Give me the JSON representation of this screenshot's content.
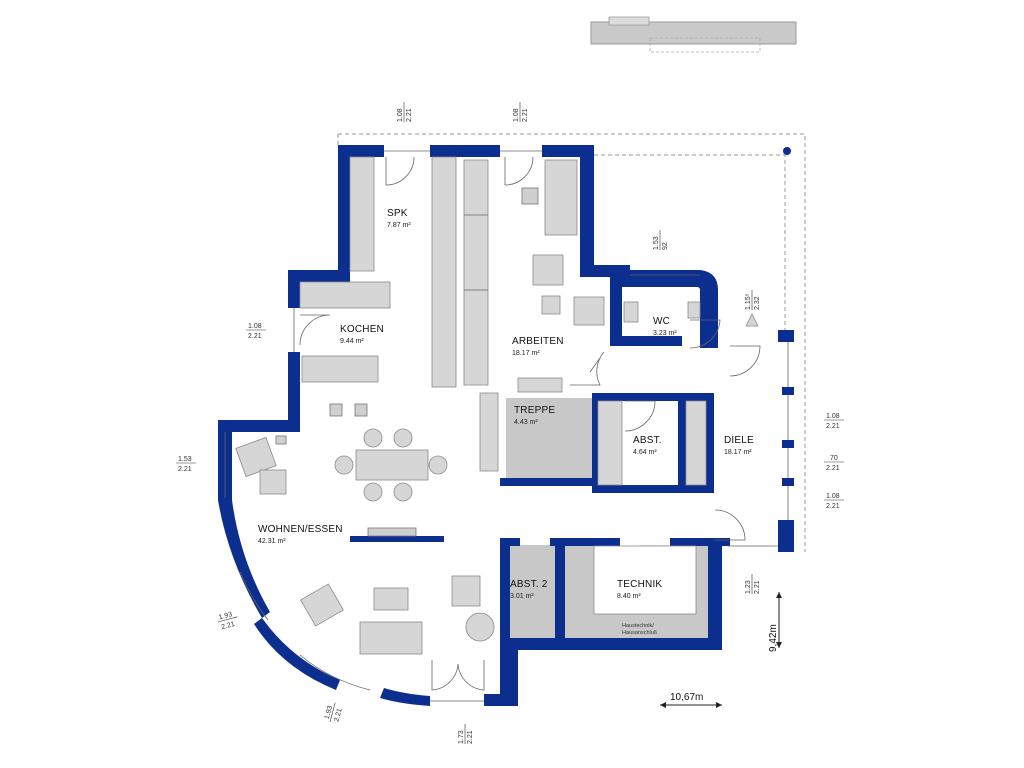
{
  "rooms": [
    {
      "name": "SPK",
      "area": "7.87 m²"
    },
    {
      "name": "KOCHEN",
      "area": "9.44 m²"
    },
    {
      "name": "ARBEITEN",
      "area": "18.17 m²"
    },
    {
      "name": "WC",
      "area": "3.23 m²"
    },
    {
      "name": "TREPPE",
      "area": "4.43 m²"
    },
    {
      "name": "ABST.",
      "area": "4.64 m²"
    },
    {
      "name": "DIELE",
      "area": "18.17 m²"
    },
    {
      "name": "WOHNEN/ESSEN",
      "area": "42.31 m²"
    },
    {
      "name": "ABST. 2",
      "area": "3.01 m²"
    },
    {
      "name": "TECHNIK",
      "area": "8.40 m²"
    }
  ],
  "technik_note": [
    "Haustechnik/",
    "Hausanschluß"
  ],
  "dimensions": {
    "top_left": [
      "1.08",
      "2.21"
    ],
    "top_mid": [
      "1.08",
      "2.21"
    ],
    "left_kochen": [
      "1.08",
      "2.21"
    ],
    "left_wohnen": [
      "1.53",
      "2.21"
    ],
    "diag_1": [
      "1.93",
      "2.21"
    ],
    "diag_2": [
      "1.93",
      "2.21"
    ],
    "bottom_door": [
      "1.73",
      "2.21"
    ],
    "terrace_window": [
      "1.53",
      "92"
    ],
    "wc_window": [
      "1.15⁵",
      "2.32"
    ],
    "right_1": [
      "1.08",
      "2.21"
    ],
    "right_2": [
      "70",
      "2.21"
    ],
    "right_3": [
      "1.08",
      "2.21"
    ],
    "right_4": [
      "1.23",
      "2.21"
    ]
  },
  "scale": {
    "width": "10,67m",
    "height": "9,42m"
  }
}
